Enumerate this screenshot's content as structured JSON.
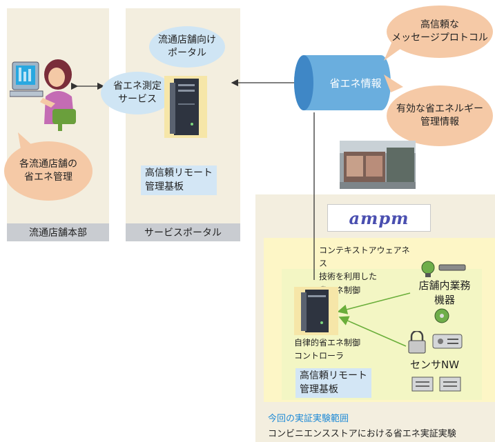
{
  "left_panel": {
    "footer": "流通店舗本部",
    "bubble": "各流通店舗の\n省エネ管理"
  },
  "middle_panel": {
    "footer": "サービスポータル",
    "bubble_top": "流通店舗向け\nポータル",
    "bubble_service": "省エネ測定\nサービス",
    "tag": "高信頼リモート\n管理基板"
  },
  "cylinder": {
    "label": "省エネ情報"
  },
  "right_bubbles": {
    "top": "高信頼な\nメッセージプロトコル",
    "bottom": "有効な省エネルギー\n管理情報"
  },
  "store_area": {
    "logo": "ampm",
    "context_text": "コンテキストアウェアネス\n技術を利用した\n省エネ制御",
    "equipment_label": "店舗内業務\n機器",
    "sensor_label": "センサNW",
    "controller_label": "自律的省エネ制御\nコントローラ",
    "tag": "高信頼リモート\n管理基板"
  },
  "experiment": {
    "scope": "今回の実証実験範囲",
    "caption": "コンビニエンスストアにおける省エネ実証実験"
  },
  "colors": {
    "panel_bg": "#f3eedf",
    "bubble_pink": "#f5c9a6",
    "bubble_blue": "#cfe5f4",
    "store_yellow": "#fdf6c6",
    "store_green": "#f3f6c4",
    "cylinder": "#6aaede",
    "footer_gray": "#c9ccd1",
    "scope_blue": "#1f8ad6"
  }
}
